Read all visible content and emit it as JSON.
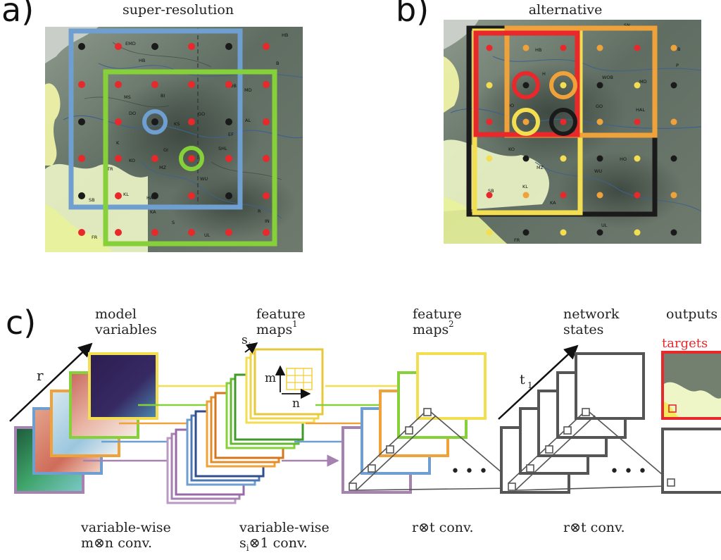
{
  "panel_a": {
    "label": "a)",
    "title": "super-resolution",
    "city_labels": [
      "HB",
      "EMD",
      "HB",
      "MS",
      "BI",
      "WOB",
      "MD",
      "DO",
      "KS",
      "GO",
      "AL",
      "EF",
      "SHL",
      "GI",
      "KO",
      "TR",
      "MZ",
      "WU",
      "KL",
      "SB",
      "HA",
      "KA",
      "S",
      "R",
      "IN",
      "UL",
      "FR",
      "K",
      "B"
    ]
  },
  "panel_b": {
    "label": "b)",
    "title": "alternative",
    "city_labels": [
      "SN",
      "HB",
      "WOB",
      "MD",
      "GO",
      "HAL",
      "DO",
      "KO",
      "MZ",
      "WU",
      "KL",
      "SB",
      "KA",
      "UL",
      "FR",
      "HO",
      "P",
      "B",
      "H",
      "E"
    ]
  },
  "panel_c": {
    "label": "c)",
    "stage1_title": [
      "model",
      "variables"
    ],
    "stage2_title": [
      "feature",
      "maps"
    ],
    "stage2_sup": "1",
    "stage3_title": [
      "feature",
      "maps"
    ],
    "stage3_sup": "2",
    "stage4_title": [
      "network",
      "states"
    ],
    "stage5_title": "outputs",
    "targets_label": "targets",
    "axis_r": "r",
    "axis_s": "s",
    "axis_s_sub": "i",
    "axis_t": "t",
    "axis_t_sub": "1",
    "axis_m": "m",
    "axis_n": "n",
    "ellipsis": "• • •",
    "caption1": [
      "variable-wise",
      "m⊗n conv."
    ],
    "caption2": [
      "variable-wise",
      "s",
      "i",
      "⊗1 conv."
    ],
    "caption3": "r⊗t conv.",
    "caption4": "r⊗t conv."
  },
  "colors": {
    "blue": "#6f9fd0",
    "green": "#86d13a",
    "red": "#e8282a",
    "orange": "#f0a23a",
    "yellow": "#f3de52",
    "black": "#1a1a1a",
    "purple": "#a682b0",
    "gray": "#555555"
  }
}
